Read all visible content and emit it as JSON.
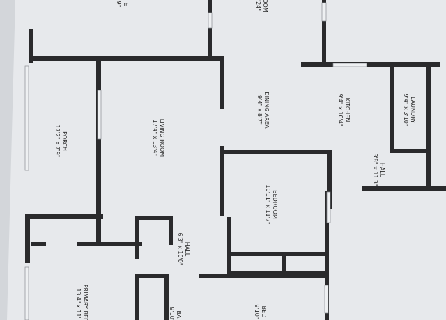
{
  "rooms": {
    "top_left": {
      "name": "E",
      "dims": "9\""
    },
    "top_room": {
      "name": "OOM",
      "dims": "'24\""
    },
    "dining": {
      "name": "DINING AREA",
      "dims": "9'4\" x 8'7\""
    },
    "kitchen": {
      "name": "KITCHEN",
      "dims": "9'4\" x 10'4\""
    },
    "laundry": {
      "name": "LAUNDRY",
      "dims": "9'4\" x 3'10\""
    },
    "porch": {
      "name": "PORCH",
      "dims": "17'2\" x 7'9\""
    },
    "living": {
      "name": "LIVING ROOM",
      "dims": "17'4\" x 13'4\""
    },
    "hall_right": {
      "name": "HALL",
      "dims": "3'8\" x 11'3\""
    },
    "bedroom": {
      "name": "BEDROOM",
      "dims": "10'11\" x 11'7\""
    },
    "hall_center": {
      "name": "HALL",
      "dims": "6'3\" x 10'0\""
    },
    "primary": {
      "name": "PRIMARY BED",
      "dims": "13'4\" x 11'"
    },
    "bath": {
      "name": "BA",
      "dims": "9'10\""
    },
    "bed_bottom": {
      "name": "BED",
      "dims": "9'10\""
    }
  },
  "colors": {
    "paper": "#e7e9ec",
    "wall": "#2a2a2c",
    "background": "#c9ccd0"
  }
}
